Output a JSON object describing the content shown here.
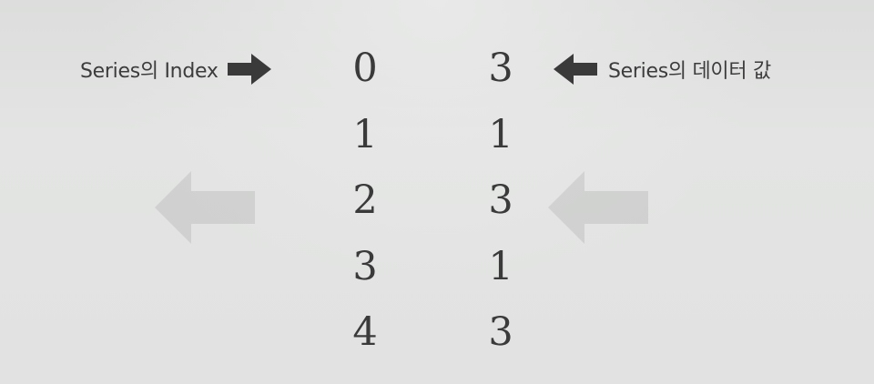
{
  "left_label": {
    "text": "Series의 Index",
    "arrow_icon": "arrow-right-icon"
  },
  "right_label": {
    "text": "Series의 데이터 값",
    "arrow_icon": "arrow-left-icon"
  },
  "series": {
    "index": [
      "0",
      "1",
      "2",
      "3",
      "4"
    ],
    "values": [
      "3",
      "1",
      "3",
      "1",
      "3"
    ]
  },
  "colors": {
    "text": "#3c3c3c",
    "arrow": "#3a3a3a",
    "paper": "#e1e2e1"
  }
}
